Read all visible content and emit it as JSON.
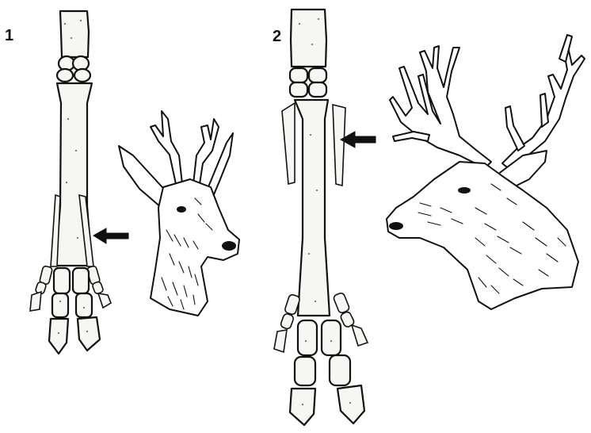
{
  "panels": [
    {
      "label": "1",
      "animal": "roe-deer",
      "bone": "metacarpus-with-lateral-digits"
    },
    {
      "label": "2",
      "animal": "red-deer",
      "bone": "metacarpus-with-splint-bones"
    }
  ],
  "colors": {
    "ink": "#111111",
    "paper": "#ffffff",
    "bone_fill": "#f6f6f2"
  },
  "icons": {
    "pointer": "left-arrow-icon"
  }
}
